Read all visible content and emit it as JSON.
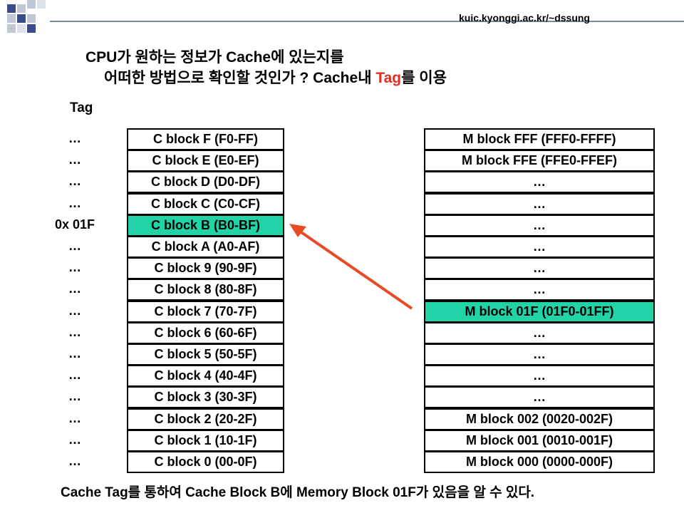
{
  "header": {
    "site": "kuic.kyonggi.ac.kr/~dssung",
    "title_line1": "CPU가 원하는 정보가 Cache에 있는지를",
    "title_line2_a": "어떠한 방법으로 확인할 것인가 ? Cache내 ",
    "title_line2_tag": "Tag",
    "title_line2_b": "를 이용"
  },
  "tag_header": "Tag",
  "tags": [
    "…",
    "…",
    "…",
    "…",
    "0x 01F",
    "…",
    "…",
    "…",
    "…",
    "…",
    "…",
    "…",
    "…",
    "…",
    "…",
    "…"
  ],
  "cache_blocks": [
    "C block F (F0-FF)",
    "C block E (E0-EF)",
    "C block D (D0-DF)",
    "C block C (C0-CF)",
    "C block B (B0-BF)",
    "C block A (A0-AF)",
    "C block 9 (90-9F)",
    "C block 8 (80-8F)",
    "C block 7 (70-7F)",
    "C block 6 (60-6F)",
    "C block 5 (50-5F)",
    "C block 4 (40-4F)",
    "C block 3 (30-3F)",
    "C block 2 (20-2F)",
    "C block 1 (10-1F)",
    "C block 0 (00-0F)"
  ],
  "memory_blocks": [
    "M block FFF (FFF0-FFFF)",
    "M block FFE (FFE0-FFEF)",
    "…",
    "…",
    "…",
    "…",
    "…",
    "…",
    "M block 01F (01F0-01FF)",
    "…",
    "…",
    "…",
    "…",
    "M block 002 (0020-002F)",
    "M block 001 (0010-001F)",
    "M block 000 (0000-000F)"
  ],
  "highlight_cache_index": 4,
  "highlight_memory_index": 8,
  "footer": "Cache Tag를 통하여 Cache Block B에 Memory Block 01F가 있음을 알 수 있다.",
  "colors": {
    "highlight": "#22d3a8",
    "arrow": "#e84a26",
    "accent_text": "#e03020",
    "deco_dark": "#3a4a8a",
    "deco_light": "#c0c8d8"
  }
}
